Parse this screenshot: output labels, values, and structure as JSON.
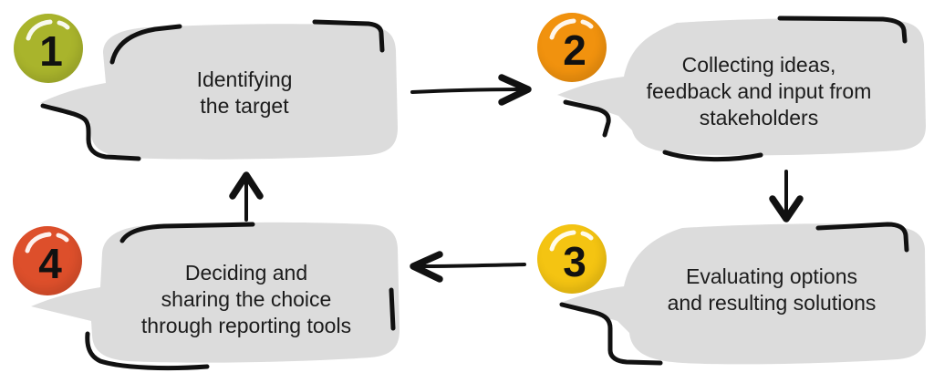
{
  "diagram": {
    "type": "cycle-process-diagram",
    "colors": {
      "background": "#ffffff",
      "bubble_fill": "#dcdcdc",
      "ink": "#111111",
      "text": "#1c1c1c",
      "step1_badge": "#a9b42c",
      "step2_badge": "#f1920e",
      "step3_badge": "#f4c412",
      "step4_badge": "#dd4f2b"
    },
    "steps": [
      {
        "number": "1",
        "label": "Identifying\nthe target",
        "badge_color": "#a9b42c"
      },
      {
        "number": "2",
        "label": "Collecting ideas,\nfeedback and input from\nstakeholders",
        "badge_color": "#f1920e"
      },
      {
        "number": "3",
        "label": "Evaluating options\nand resulting solutions",
        "badge_color": "#f4c412"
      },
      {
        "number": "4",
        "label": "Deciding and\nsharing the choice\nthrough reporting tools",
        "badge_color": "#dd4f2b"
      }
    ],
    "arrows": [
      {
        "from": "1",
        "to": "2",
        "direction": "right"
      },
      {
        "from": "2",
        "to": "3",
        "direction": "down"
      },
      {
        "from": "3",
        "to": "4",
        "direction": "left"
      },
      {
        "from": "4",
        "to": "1",
        "direction": "up"
      }
    ]
  }
}
